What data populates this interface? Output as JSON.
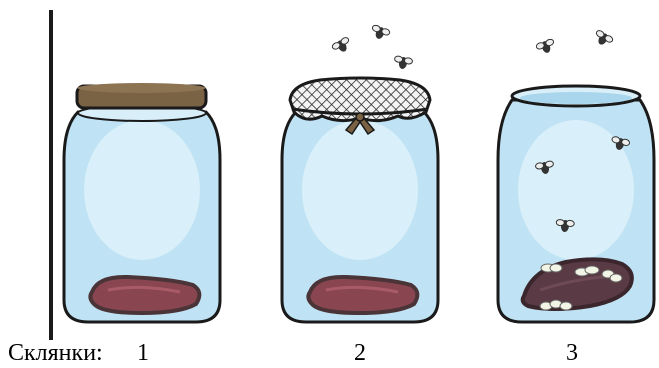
{
  "captions": {
    "label": "Склянки:",
    "jar_1": "1",
    "jar_2": "2",
    "jar_3": "3"
  },
  "jars": [
    {
      "number": "1",
      "cover": "lid",
      "flies_outside": 0,
      "flies_inside": 0,
      "maggots": false
    },
    {
      "number": "2",
      "cover": "gauze",
      "flies_outside": 3,
      "flies_inside": 0,
      "maggots": false
    },
    {
      "number": "3",
      "cover": "none",
      "flies_outside": 2,
      "flies_inside": 3,
      "maggots": true
    }
  ],
  "colors": {
    "glass": "#bfe3f4",
    "glass_stroke": "#1a1a1a",
    "lid": "#7a6244",
    "meat": "#8a4650",
    "meat_dark": "#4a3438",
    "spoiled_meat": "#5a3a44",
    "maggot": "#f2f5e6",
    "fly": "#333333"
  }
}
